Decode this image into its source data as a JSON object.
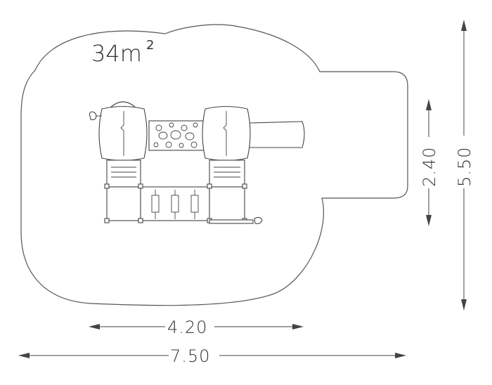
{
  "area": {
    "value": "34m",
    "superscript": "2"
  },
  "dimensions": {
    "inner_width": "4.20",
    "total_width": "7.50",
    "inner_height": "2.40",
    "total_height": "5.50"
  },
  "colors": {
    "line": "#444444",
    "background": "#ffffff"
  }
}
